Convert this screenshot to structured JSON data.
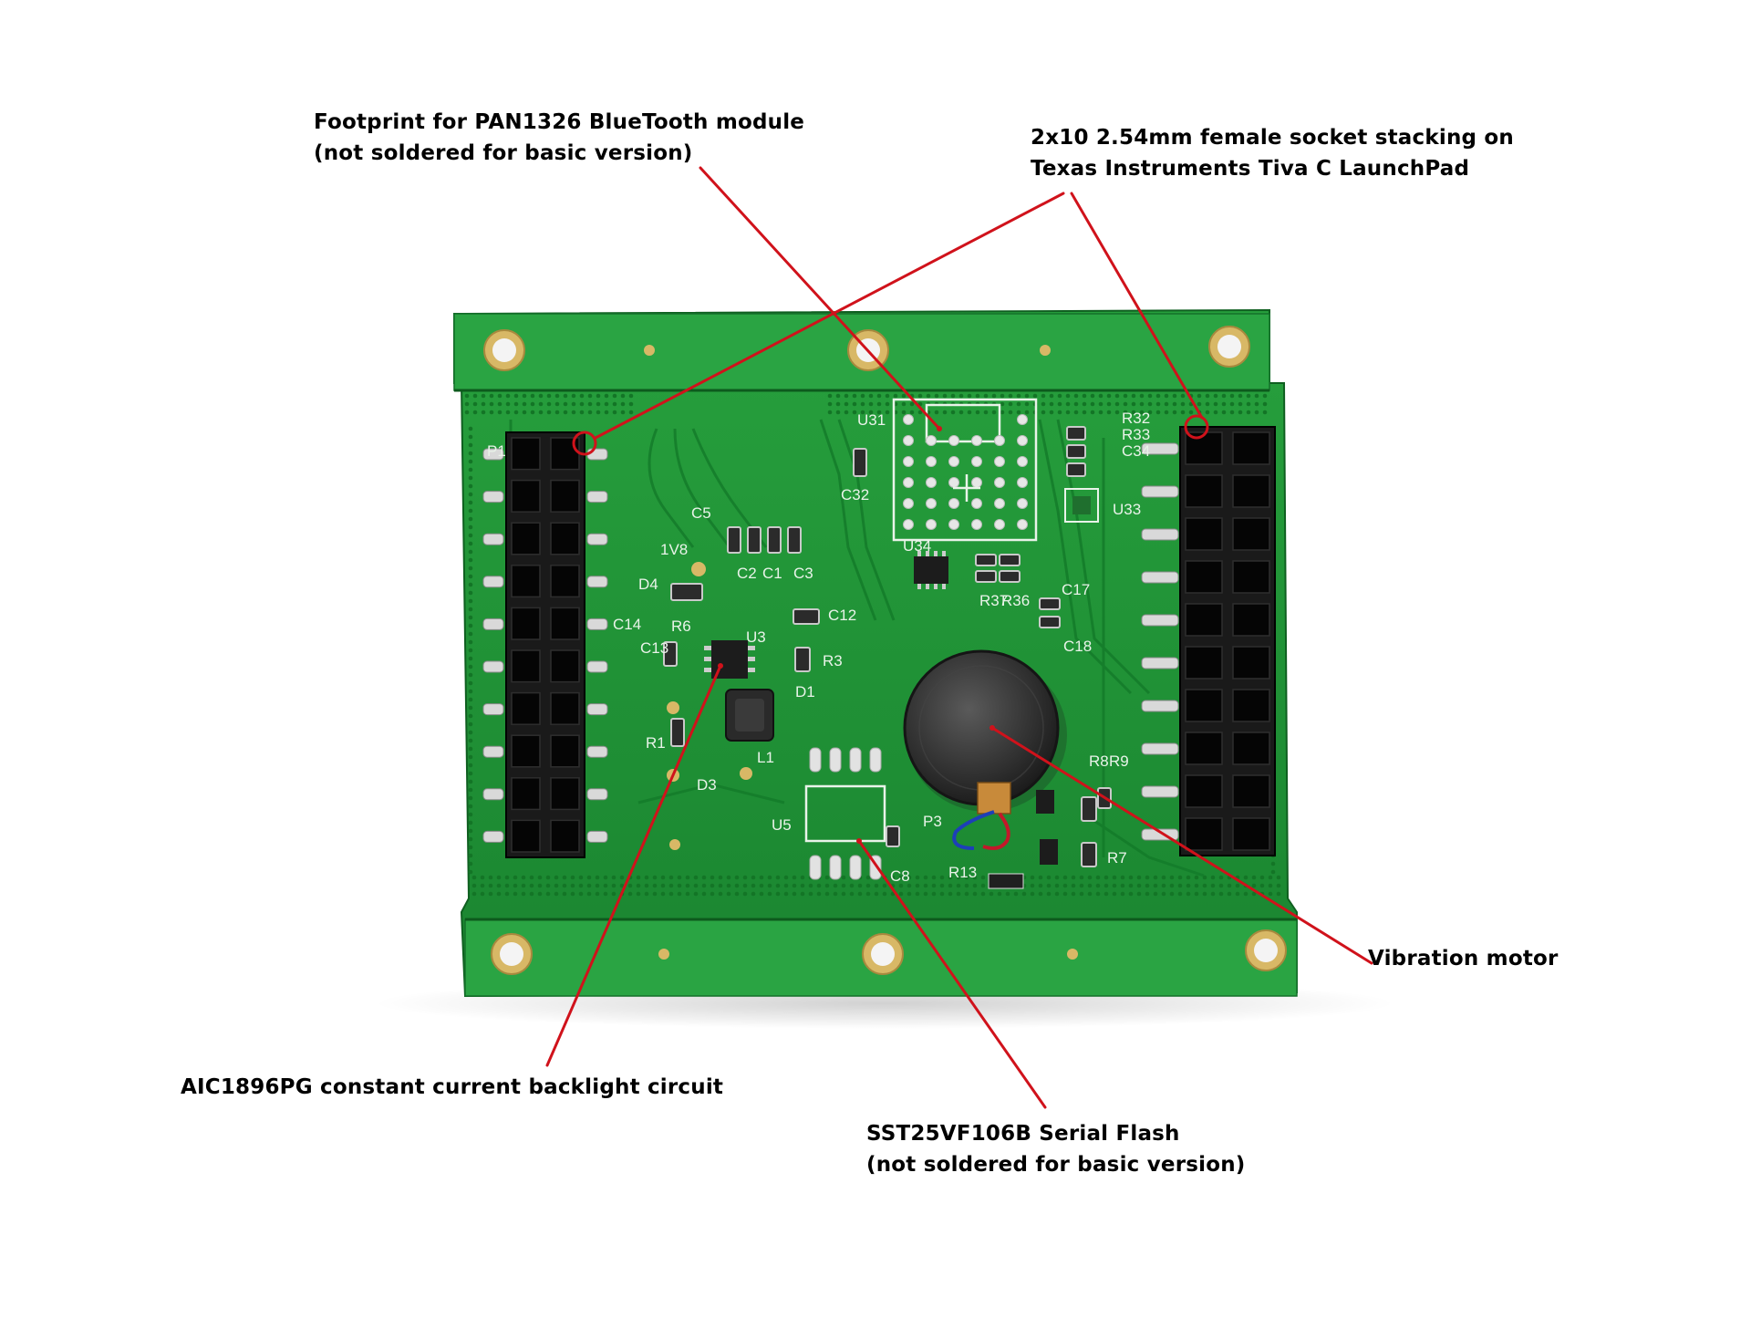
{
  "callouts": {
    "bluetooth": {
      "line1": "Footprint for PAN1326 BlueTooth module",
      "line2": "(not soldered for basic version)"
    },
    "socket": {
      "line1": "2x10 2.54mm female socket stacking on",
      "line2": "Texas Instruments Tiva C LaunchPad"
    },
    "vibration": {
      "line1": "Vibration motor"
    },
    "backlight": {
      "line1": "AIC1896PG constant current backlight circuit"
    },
    "flash": {
      "line1": "SST25VF106B Serial Flash",
      "line2": "(not soldered for basic version)"
    }
  },
  "silkscreen": [
    "U31",
    "C32",
    "U34",
    "R32",
    "R33",
    "C34",
    "U33",
    "C5",
    "1V8",
    "C2",
    "C1",
    "C3",
    "D4",
    "R6",
    "C12",
    "U3",
    "R3",
    "C13",
    "C14",
    "D1",
    "R1",
    "D3",
    "L1",
    "C17",
    "C18",
    "R37",
    "R36",
    "R8",
    "R9",
    "R7",
    "P3",
    "R13",
    "U5",
    "C8",
    "P1"
  ],
  "colors": {
    "board": "#1f8f34",
    "board_dark": "#137526",
    "silk": "#e9f3e9",
    "gold": "#d8b866",
    "annotation": "#d0121b"
  }
}
